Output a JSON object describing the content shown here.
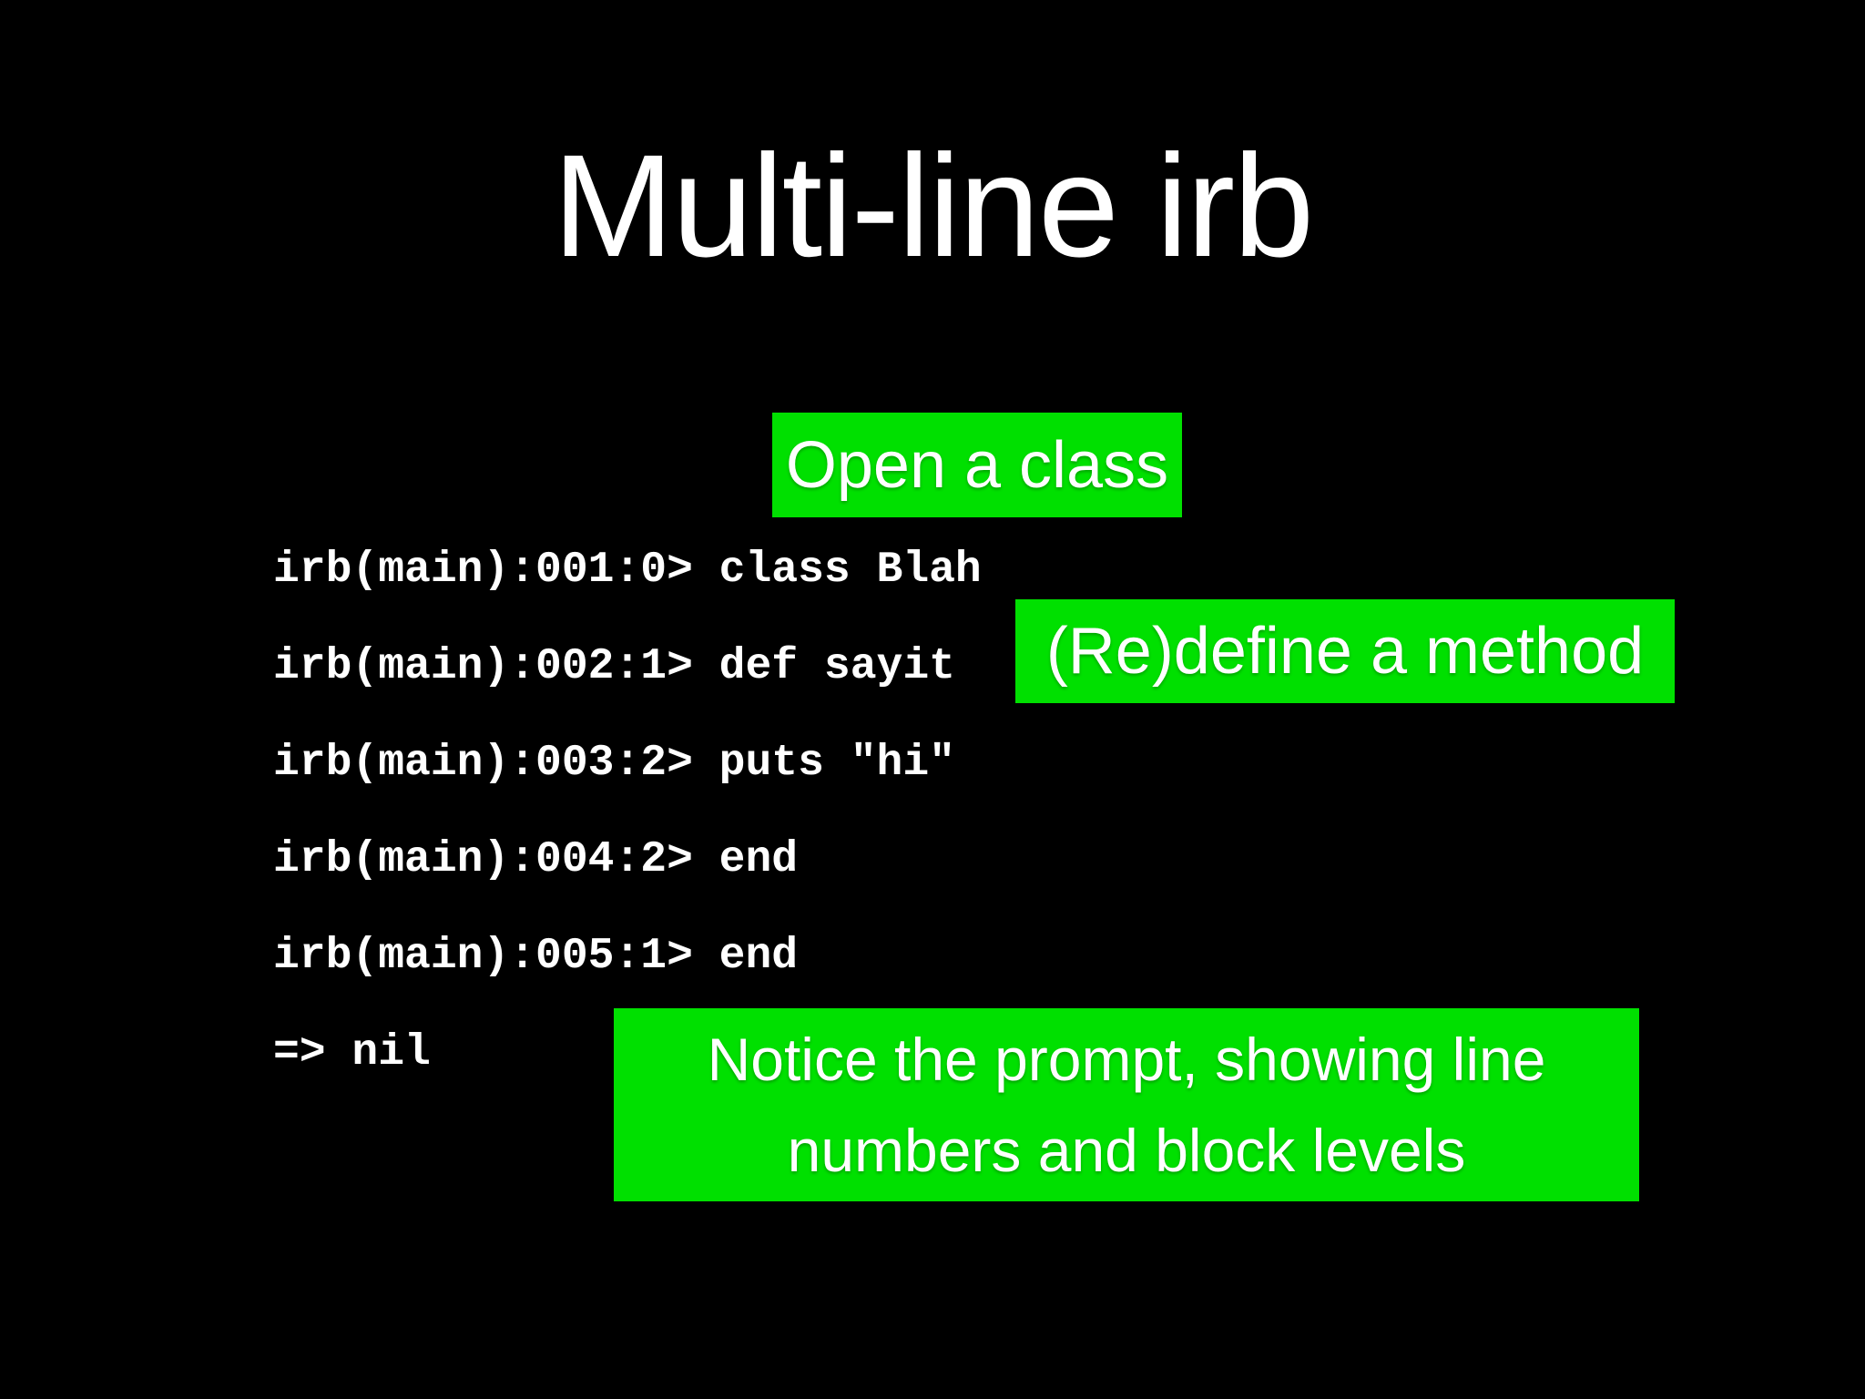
{
  "slide": {
    "title": "Multi-line irb",
    "colors": {
      "background": "#000000",
      "callout_green": "#00e000",
      "text_white": "#ffffff"
    },
    "callouts": [
      {
        "label": "Open a class"
      },
      {
        "label": "(Re)define a method"
      },
      {
        "label": "Notice the prompt, showing line numbers and block levels",
        "lines": [
          "Notice the prompt, showing line",
          "numbers and block levels"
        ]
      }
    ],
    "terminal": {
      "lines": [
        "irb(main):001:0> class Blah",
        "irb(main):002:1> def sayit",
        "irb(main):003:2> puts \"hi\"",
        "irb(main):004:2> end",
        "irb(main):005:1> end",
        "=> nil"
      ]
    }
  }
}
